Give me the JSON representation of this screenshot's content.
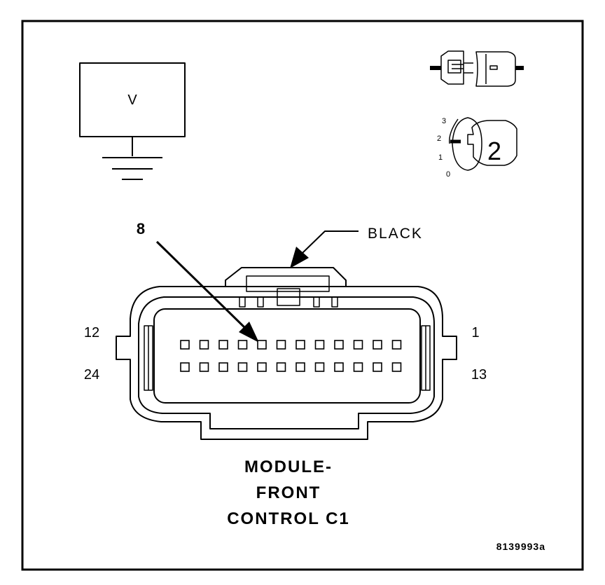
{
  "meter": {
    "label": "V"
  },
  "ignition": {
    "positions": [
      "3",
      "2",
      "1",
      "0"
    ],
    "selected": "2"
  },
  "connector": {
    "callout_pin": "8",
    "wire_color": "BLACK",
    "pin_labels": {
      "top_left": "12",
      "bottom_left": "24",
      "top_right": "1",
      "bottom_right": "13"
    },
    "rows": 2,
    "pins_per_row": 12,
    "title_lines": [
      "MODULE-",
      "FRONT",
      "CONTROL C1"
    ]
  },
  "figure_id": "8139993a"
}
